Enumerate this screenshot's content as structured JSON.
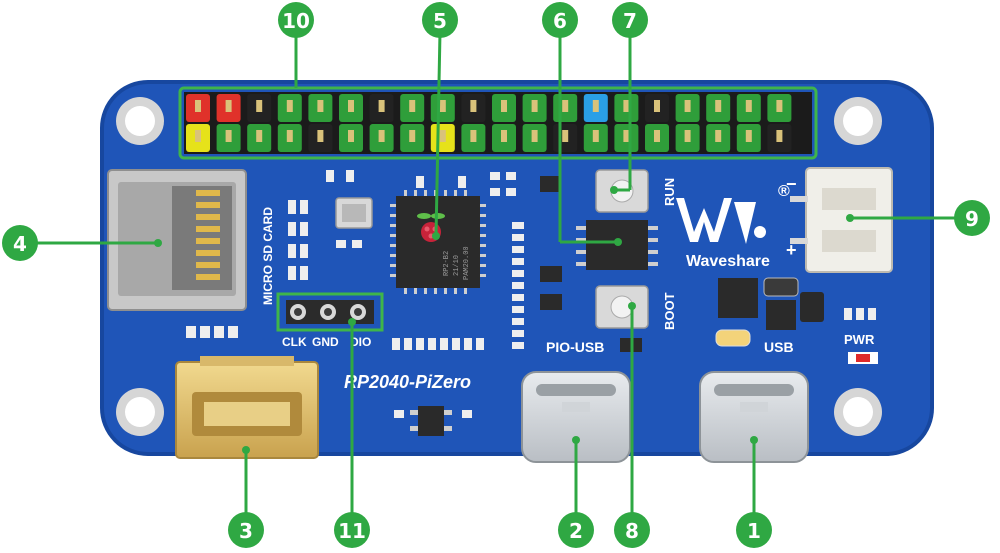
{
  "board": {
    "name": "RP2040-PiZero",
    "brand": "Waveshare",
    "sd_label": "MICRO SD CARD",
    "pio_usb_label": "PIO-USB",
    "usb_label": "USB",
    "pwr_label": "PWR",
    "run_label": "RUN",
    "boot_label": "BOOT",
    "debug_clk": "CLK",
    "debug_gnd": "GND",
    "debug_dio": "DIO",
    "chip_text_1": "RP2-B2",
    "chip_text_2": "21/10",
    "chip_text_3": "PAM20.00",
    "registered_mark": "®",
    "battery_minus": "−",
    "battery_plus": "+"
  },
  "callouts": [
    {
      "id": "1"
    },
    {
      "id": "2"
    },
    {
      "id": "3"
    },
    {
      "id": "4"
    },
    {
      "id": "5"
    },
    {
      "id": "6"
    },
    {
      "id": "7"
    },
    {
      "id": "8"
    },
    {
      "id": "9"
    },
    {
      "id": "10"
    },
    {
      "id": "11"
    }
  ],
  "colors": {
    "board": "#1f55b8",
    "board_edge": "#17479f",
    "callout": "#2fa843",
    "header_green": "#2f9e3a",
    "header_red": "#e0322a",
    "header_yellow": "#e6e21a",
    "header_blue": "#2a9fe6",
    "header_black": "#222222"
  }
}
